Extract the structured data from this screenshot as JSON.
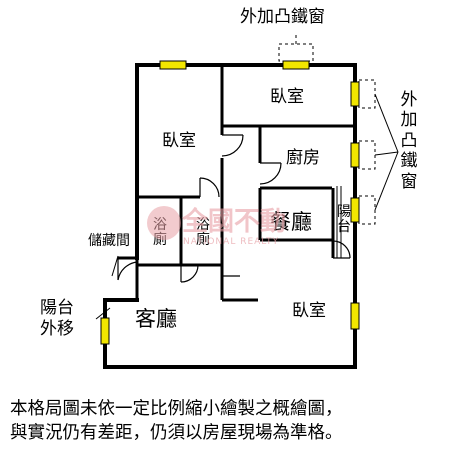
{
  "annotations": {
    "top_window": "外加凸鐵窗",
    "right_window": "外加凸鐵窗",
    "storage": "儲藏間",
    "balcony_left": "陽台外移"
  },
  "rooms": {
    "bedroom_top_left": "臥室",
    "bedroom_top_right": "臥室",
    "kitchen": "廚房",
    "bath_1": "浴廁",
    "bath_2": "浴廁",
    "dining": "餐廳",
    "balcony_right": "陽台",
    "living": "客廳",
    "bedroom_bottom": "臥室"
  },
  "watermark": {
    "main": "全國不動",
    "sub": "NATIONAL REALTY"
  },
  "disclaimer": {
    "line1": "本格局圖未依一定比例縮小繪製之概繪圖，",
    "line2": "與實況仍有差距，仍須以房屋現場為準格。"
  },
  "colors": {
    "wall": "#000000",
    "window": "#f2e600",
    "watermark": "#e8a0a6"
  }
}
